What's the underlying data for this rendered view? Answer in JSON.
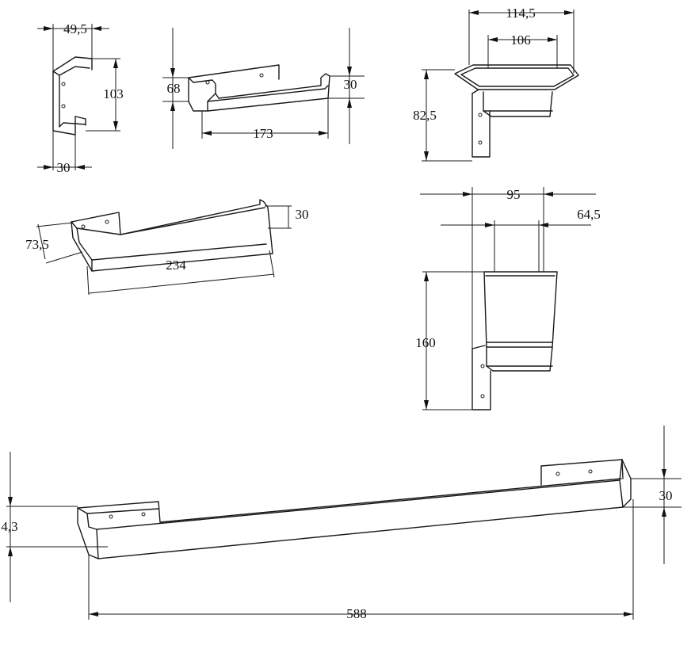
{
  "dimensions": {
    "hook_width": "49,5",
    "hook_height": "103",
    "hook_depth": "30",
    "shelf_height": "68",
    "shelf_width": "173",
    "shelf_depth": "30",
    "soap_outer": "114,5",
    "soap_inner": "106",
    "soap_height": "82,5",
    "paper_depth": "73,5",
    "paper_length": "234",
    "paper_height": "30",
    "tumbler_width": "95",
    "tumbler_offset": "64,5",
    "tumbler_height": "160",
    "bar_projection": "4,3",
    "bar_height": "30",
    "bar_length": "588"
  }
}
